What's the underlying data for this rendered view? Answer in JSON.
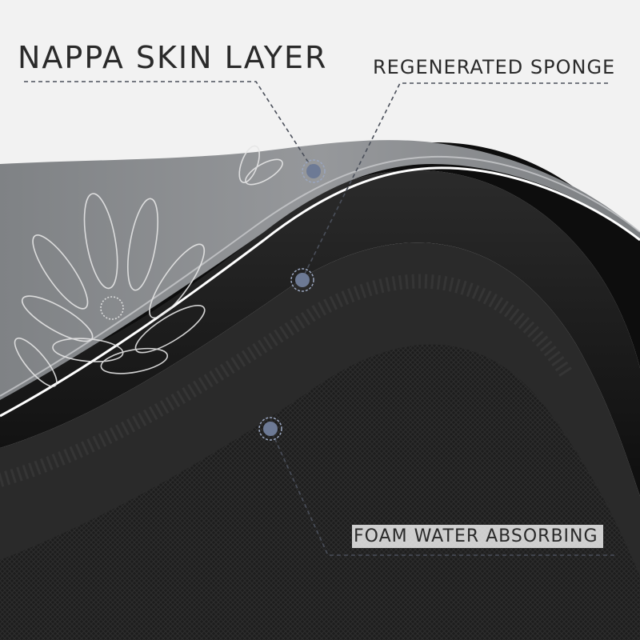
{
  "labels": {
    "nappa": "NAPPA SKIN LAYER",
    "sponge": "REGENERATED SPONGE",
    "foam": "FOAM WATER ABSORBING"
  },
  "colors": {
    "background": "#f2f2f2",
    "skin_gray": "#8f9194",
    "sponge_black": "#1a1a1a",
    "marker_blue": "#6d7a95",
    "line_gray": "#4a4f5a"
  }
}
